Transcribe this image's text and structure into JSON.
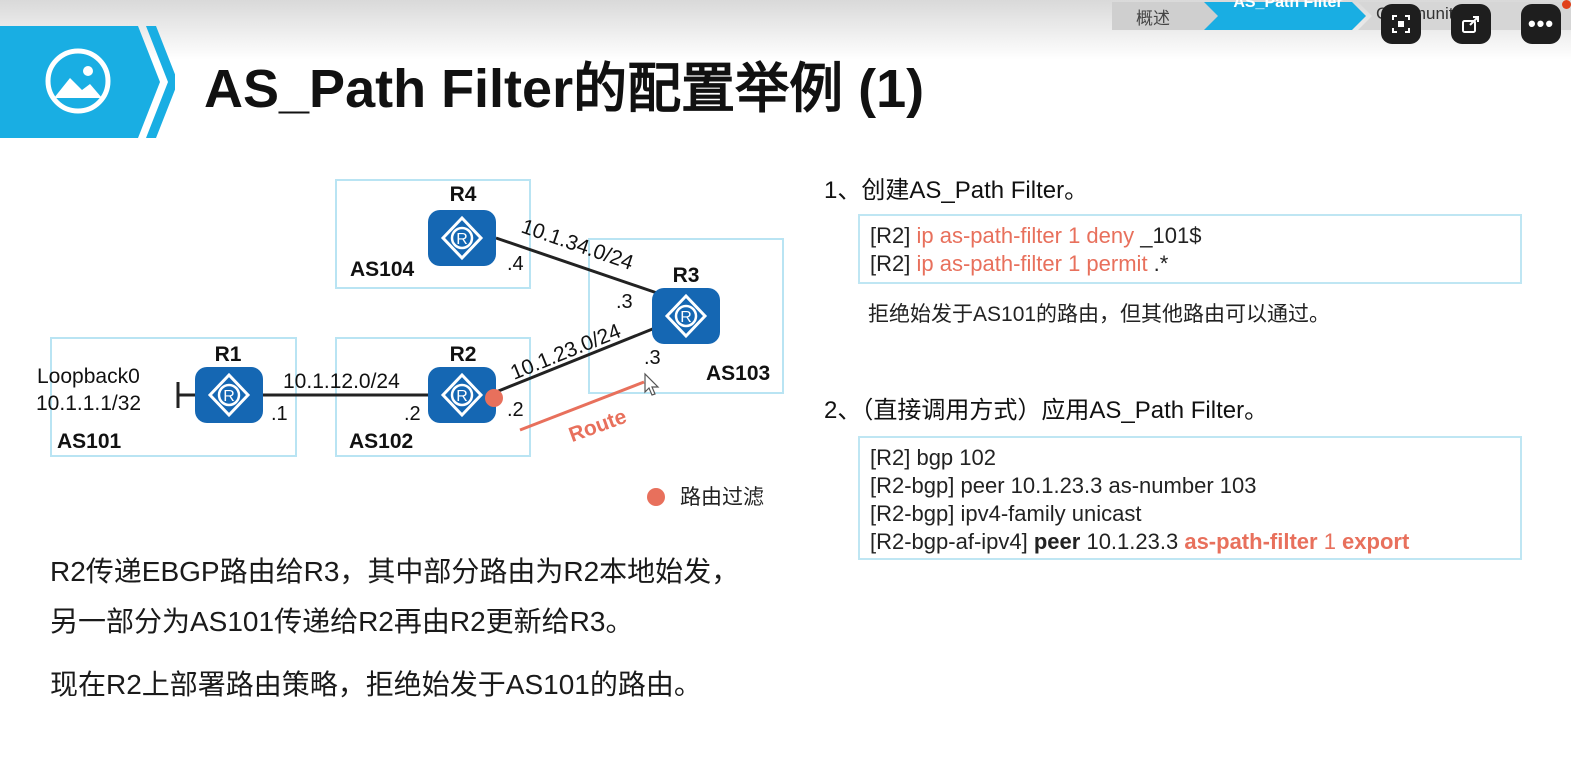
{
  "header": {
    "title": "AS_Path Filter的配置举例 (1)",
    "icon": "image-icon",
    "accent_color": "#19aee3"
  },
  "breadcrumbs": {
    "items": [
      "概述",
      "AS_Path Filter",
      "Community Filt"
    ]
  },
  "controls": {
    "icons": [
      "frame-capture-icon",
      "share-icon",
      "more-icon"
    ],
    "more_label": "•••"
  },
  "diagram": {
    "routers": [
      {
        "name": "R4",
        "as": "AS104"
      },
      {
        "name": "R3",
        "as": "AS103"
      },
      {
        "name": "R1",
        "as": "AS101"
      },
      {
        "name": "R2",
        "as": "AS102"
      }
    ],
    "links": [
      {
        "subnet": "10.1.34.0/24",
        "a_end": ".4",
        "b_end": ".3"
      },
      {
        "subnet": "10.1.23.0/24",
        "a_end": ".2",
        "b_end": ".3"
      },
      {
        "subnet": "10.1.12.0/24",
        "a_end": ".1",
        "b_end": ".2"
      }
    ],
    "loopback_name": "Loopback0",
    "loopback_ip": "10.1.1.1/32",
    "route_label": "Route",
    "legend_label": "路由过滤",
    "router_color": "#1567b3",
    "filter_color": "#e8705c"
  },
  "steps": [
    {
      "title": "1、创建AS_Path Filter。",
      "code": [
        {
          "prefix": "[R2] ",
          "cmd": "ip as-path-filter 1 deny",
          "arg": " _101$"
        },
        {
          "prefix": "[R2] ",
          "cmd": "ip as-path-filter 1 permit",
          "arg": " .*"
        }
      ],
      "note": "拒绝始发于AS101的路由，但其他路由可以通过。"
    },
    {
      "title": "2、（直接调用方式）应用AS_Path Filter。",
      "code": [
        "[R2] bgp 102",
        "[R2-bgp] peer 10.1.23.3 as-number 103",
        "[R2-bgp] ipv4-family unicast"
      ],
      "code_last": {
        "prefix": "[R2-bgp-af-ipv4] ",
        "bold": "peer",
        "mid": " 10.1.23.3 ",
        "red_bold_1": "as-path-filter",
        "red_num": " 1 ",
        "red_bold_2": "export"
      }
    }
  ],
  "description": {
    "line1": "R2传递EBGP路由给R3，其中部分路由为R2本地始发，",
    "line2": "另一部分为AS101传递给R2再由R2更新给R3。",
    "line3": "现在R2上部署路由策略，拒绝始发于AS101的路由。"
  }
}
